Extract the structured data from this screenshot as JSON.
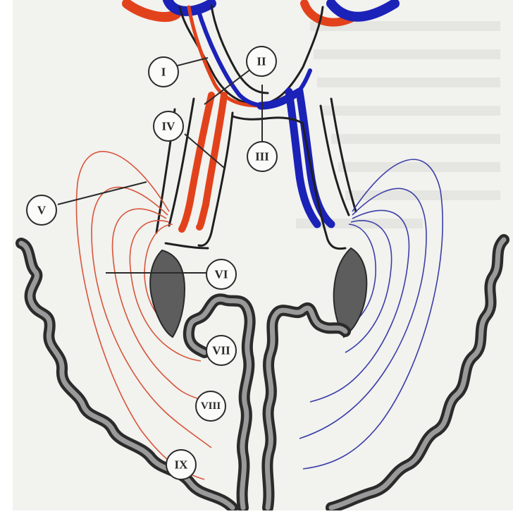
{
  "colors": {
    "background": "#f2f2ef",
    "arterial": "#e2421b",
    "venous": "#1b22b8",
    "outline": "#1f1f1f"
  },
  "labels": [
    {
      "id": "I",
      "text": "I"
    },
    {
      "id": "II",
      "text": "II"
    },
    {
      "id": "III",
      "text": "III"
    },
    {
      "id": "IV",
      "text": "IV"
    },
    {
      "id": "V",
      "text": "V"
    },
    {
      "id": "VI",
      "text": "VI"
    },
    {
      "id": "VII",
      "text": "VII"
    },
    {
      "id": "VIII",
      "text": "VIII"
    },
    {
      "id": "IX",
      "text": "IX"
    }
  ]
}
